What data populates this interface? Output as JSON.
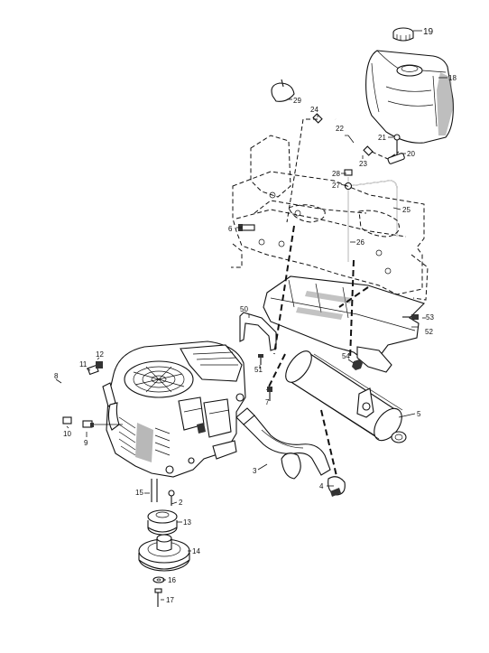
{
  "callouts": {
    "c2": "2",
    "c3": "3",
    "c4": "4",
    "c5": "5",
    "c6": "6",
    "c7": "7",
    "c8": "8",
    "c9": "9",
    "c10": "10",
    "c11": "11",
    "c12": "12",
    "c13": "13",
    "c14": "14",
    "c15": "15",
    "c16": "16",
    "c17": "17",
    "c18": "18",
    "c19": "19",
    "c20": "20",
    "c21": "21",
    "c22": "22",
    "c23": "23",
    "c24": "24",
    "c25": "25",
    "c26": "26",
    "c27": "27",
    "c28": "28",
    "c29": "29",
    "c50": "50",
    "c51": "51",
    "c52": "52",
    "c53": "53",
    "c54": "54"
  }
}
